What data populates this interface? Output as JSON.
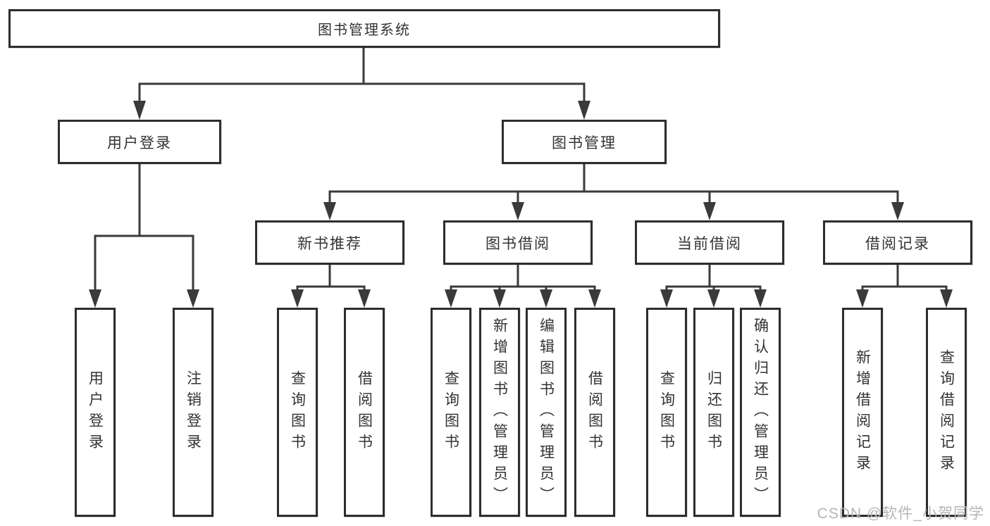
{
  "tree": {
    "label": "图书管理系统",
    "children": [
      {
        "label": "用户登录",
        "children": [
          {
            "label": "用户登录"
          },
          {
            "label": "注销登录"
          }
        ]
      },
      {
        "label": "图书管理",
        "children": [
          {
            "label": "新书推荐",
            "children": [
              {
                "label": "查询图书"
              },
              {
                "label": "借阅图书"
              }
            ]
          },
          {
            "label": "图书借阅",
            "children": [
              {
                "label": "查询图书"
              },
              {
                "label": "新增图书（管理员）"
              },
              {
                "label": "编辑图书（管理员）"
              },
              {
                "label": "借阅图书"
              }
            ]
          },
          {
            "label": "当前借阅",
            "children": [
              {
                "label": "查询图书"
              },
              {
                "label": "归还图书"
              },
              {
                "label": "确认归还（管理员）"
              }
            ]
          },
          {
            "label": "借阅记录",
            "children": [
              {
                "label": "新增借阅记录"
              },
              {
                "label": "查询借阅记录"
              }
            ]
          }
        ]
      }
    ]
  },
  "watermark": {
    "text": "CSDN @软件_小贺同学"
  },
  "colors": {
    "line": "#3a3a3a",
    "box_border": "#2d2d2d",
    "box_fill": "#ffffff",
    "text": "#333333",
    "watermark": "#b5b5b5",
    "background": "#ffffff"
  }
}
